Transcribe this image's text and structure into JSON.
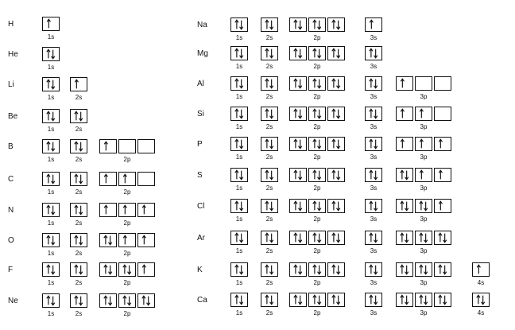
{
  "elements": [
    {
      "symbol": "H",
      "orbitals": [
        {
          "label": "1s",
          "boxes": [
            1
          ]
        }
      ]
    },
    {
      "symbol": "He",
      "orbitals": [
        {
          "label": "1s",
          "boxes": [
            2
          ]
        }
      ]
    },
    {
      "symbol": "Li",
      "orbitals": [
        {
          "label": "1s",
          "boxes": [
            2
          ]
        },
        {
          "label": "2s",
          "boxes": [
            1
          ]
        }
      ]
    },
    {
      "symbol": "Be",
      "orbitals": [
        {
          "label": "1s",
          "boxes": [
            2
          ]
        },
        {
          "label": "2s",
          "boxes": [
            2
          ]
        }
      ]
    },
    {
      "symbol": "B",
      "orbitals": [
        {
          "label": "1s",
          "boxes": [
            2
          ]
        },
        {
          "label": "2s",
          "boxes": [
            2
          ]
        },
        {
          "label": "2p",
          "boxes": [
            1,
            0,
            0
          ]
        }
      ]
    },
    {
      "symbol": "C",
      "orbitals": [
        {
          "label": "1s",
          "boxes": [
            2
          ]
        },
        {
          "label": "2s",
          "boxes": [
            2
          ]
        },
        {
          "label": "2p",
          "boxes": [
            1,
            1,
            0
          ]
        }
      ]
    },
    {
      "symbol": "N",
      "orbitals": [
        {
          "label": "1s",
          "boxes": [
            2
          ]
        },
        {
          "label": "2s",
          "boxes": [
            2
          ]
        },
        {
          "label": "2p",
          "boxes": [
            1,
            1,
            1
          ]
        }
      ]
    },
    {
      "symbol": "O",
      "orbitals": [
        {
          "label": "1s",
          "boxes": [
            2
          ]
        },
        {
          "label": "2s",
          "boxes": [
            2
          ]
        },
        {
          "label": "2p",
          "boxes": [
            2,
            1,
            1
          ]
        }
      ]
    },
    {
      "symbol": "F",
      "orbitals": [
        {
          "label": "1s",
          "boxes": [
            2
          ]
        },
        {
          "label": "2s",
          "boxes": [
            2
          ]
        },
        {
          "label": "2p",
          "boxes": [
            2,
            2,
            1
          ]
        }
      ]
    },
    {
      "symbol": "Ne",
      "orbitals": [
        {
          "label": "1s",
          "boxes": [
            2
          ]
        },
        {
          "label": "2s",
          "boxes": [
            2
          ]
        },
        {
          "label": "2p",
          "boxes": [
            2,
            2,
            2
          ]
        }
      ]
    },
    {
      "symbol": "Na",
      "orbitals": [
        {
          "label": "1s",
          "boxes": [
            2
          ]
        },
        {
          "label": "2s",
          "boxes": [
            2
          ]
        },
        {
          "label": "2p",
          "boxes": [
            2,
            2,
            2
          ]
        },
        {
          "label": "3s",
          "boxes": [
            1
          ]
        }
      ]
    },
    {
      "symbol": "Mg",
      "orbitals": [
        {
          "label": "1s",
          "boxes": [
            2
          ]
        },
        {
          "label": "2s",
          "boxes": [
            2
          ]
        },
        {
          "label": "2p",
          "boxes": [
            2,
            2,
            2
          ]
        },
        {
          "label": "3s",
          "boxes": [
            2
          ]
        }
      ]
    },
    {
      "symbol": "Al",
      "orbitals": [
        {
          "label": "1s",
          "boxes": [
            2
          ]
        },
        {
          "label": "2s",
          "boxes": [
            2
          ]
        },
        {
          "label": "2p",
          "boxes": [
            2,
            2,
            2
          ]
        },
        {
          "label": "3s",
          "boxes": [
            2
          ]
        },
        {
          "label": "3p",
          "boxes": [
            1,
            0,
            0
          ]
        }
      ]
    },
    {
      "symbol": "Si",
      "orbitals": [
        {
          "label": "1s",
          "boxes": [
            2
          ]
        },
        {
          "label": "2s",
          "boxes": [
            2
          ]
        },
        {
          "label": "2p",
          "boxes": [
            2,
            2,
            2
          ]
        },
        {
          "label": "3s",
          "boxes": [
            2
          ]
        },
        {
          "label": "3p",
          "boxes": [
            1,
            1,
            0
          ]
        }
      ]
    },
    {
      "symbol": "P",
      "orbitals": [
        {
          "label": "1s",
          "boxes": [
            2
          ]
        },
        {
          "label": "2s",
          "boxes": [
            2
          ]
        },
        {
          "label": "2p",
          "boxes": [
            2,
            2,
            2
          ]
        },
        {
          "label": "3s",
          "boxes": [
            2
          ]
        },
        {
          "label": "3p",
          "boxes": [
            1,
            1,
            1
          ]
        }
      ]
    },
    {
      "symbol": "S",
      "orbitals": [
        {
          "label": "1s",
          "boxes": [
            2
          ]
        },
        {
          "label": "2s",
          "boxes": [
            2
          ]
        },
        {
          "label": "2p",
          "boxes": [
            2,
            2,
            2
          ]
        },
        {
          "label": "3s",
          "boxes": [
            2
          ]
        },
        {
          "label": "3p",
          "boxes": [
            2,
            1,
            1
          ]
        }
      ]
    },
    {
      "symbol": "Cl",
      "orbitals": [
        {
          "label": "1s",
          "boxes": [
            2
          ]
        },
        {
          "label": "2s",
          "boxes": [
            2
          ]
        },
        {
          "label": "2p",
          "boxes": [
            2,
            2,
            2
          ]
        },
        {
          "label": "3s",
          "boxes": [
            2
          ]
        },
        {
          "label": "3p",
          "boxes": [
            2,
            2,
            1
          ]
        }
      ]
    },
    {
      "symbol": "Ar",
      "orbitals": [
        {
          "label": "1s",
          "boxes": [
            2
          ]
        },
        {
          "label": "2s",
          "boxes": [
            2
          ]
        },
        {
          "label": "2p",
          "boxes": [
            2,
            2,
            2
          ]
        },
        {
          "label": "3s",
          "boxes": [
            2
          ]
        },
        {
          "label": "3p",
          "boxes": [
            2,
            2,
            2
          ]
        }
      ]
    },
    {
      "symbol": "K",
      "orbitals": [
        {
          "label": "1s",
          "boxes": [
            2
          ]
        },
        {
          "label": "2s",
          "boxes": [
            2
          ]
        },
        {
          "label": "2p",
          "boxes": [
            2,
            2,
            2
          ]
        },
        {
          "label": "3s",
          "boxes": [
            2
          ]
        },
        {
          "label": "3p",
          "boxes": [
            2,
            2,
            2
          ]
        },
        {
          "label": "4s",
          "boxes": [
            1
          ]
        }
      ]
    },
    {
      "symbol": "Ca",
      "orbitals": [
        {
          "label": "1s",
          "boxes": [
            2
          ]
        },
        {
          "label": "2s",
          "boxes": [
            2
          ]
        },
        {
          "label": "2p",
          "boxes": [
            2,
            2,
            2
          ]
        },
        {
          "label": "3s",
          "boxes": [
            2
          ]
        },
        {
          "label": "3p",
          "boxes": [
            2,
            2,
            2
          ]
        },
        {
          "label": "4s",
          "boxes": [
            2
          ]
        }
      ]
    }
  ]
}
